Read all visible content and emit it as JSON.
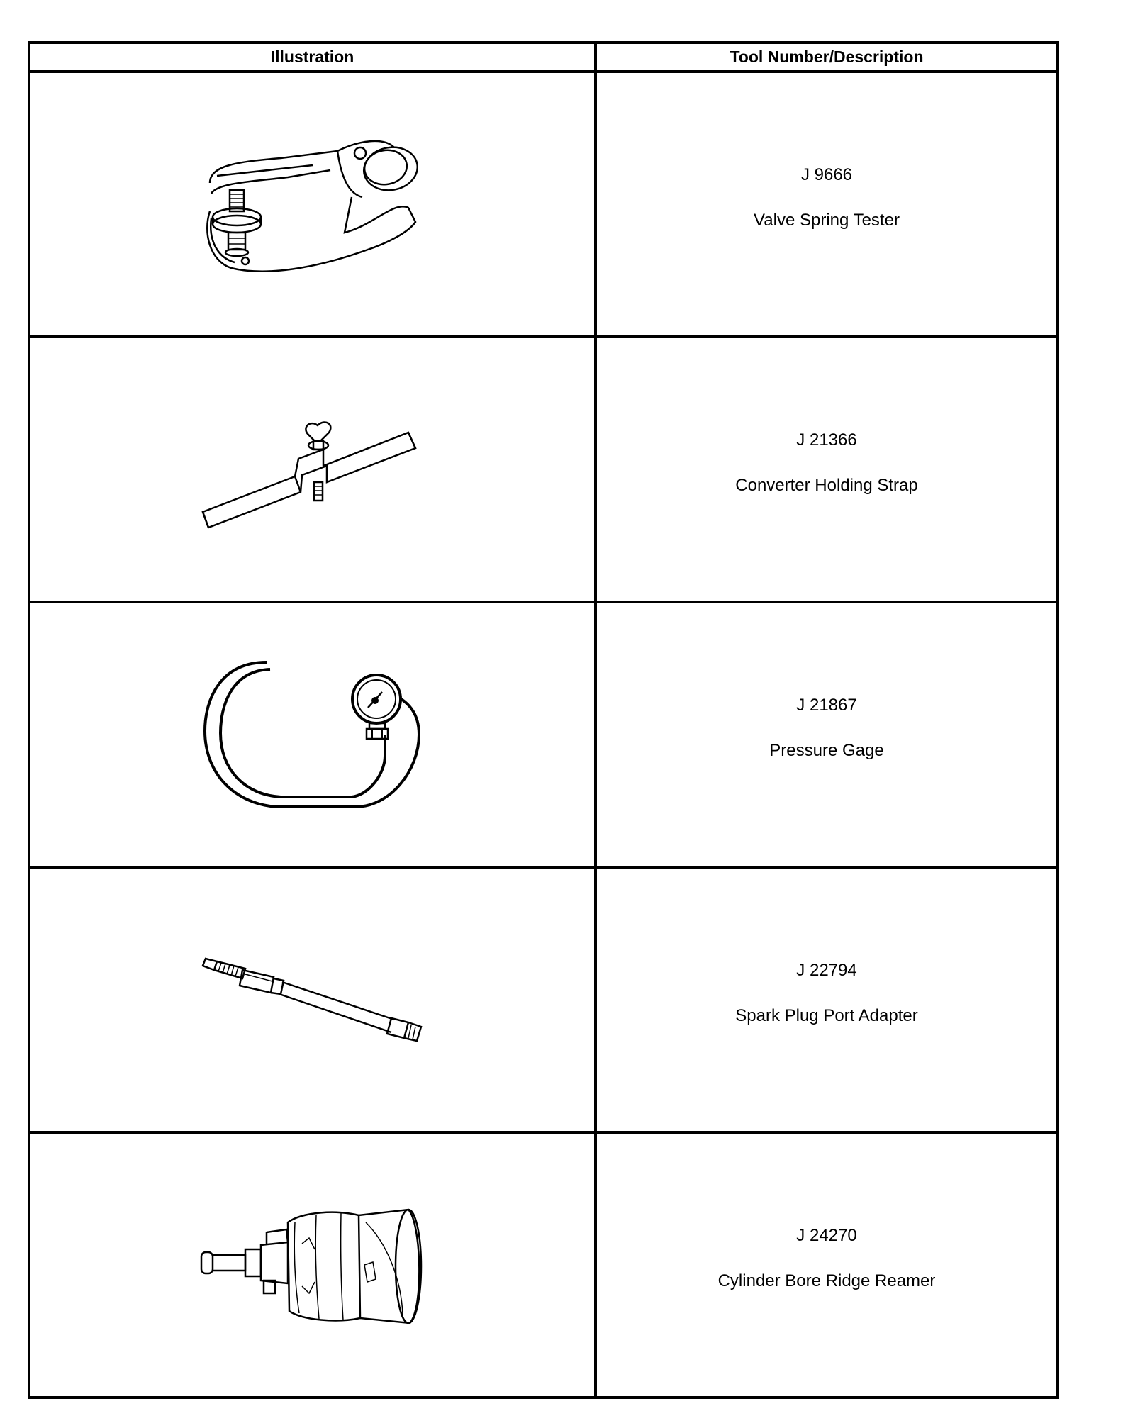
{
  "table": {
    "headers": {
      "illustration": "Illustration",
      "description": "Tool Number/Description"
    },
    "rows": [
      {
        "number": "J 9666",
        "name": "Valve Spring Tester",
        "icon": "valve-spring-tester-icon"
      },
      {
        "number": "J 21366",
        "name": "Converter Holding Strap",
        "icon": "converter-holding-strap-icon"
      },
      {
        "number": "J 21867",
        "name": "Pressure Gage",
        "icon": "pressure-gage-icon"
      },
      {
        "number": "J 22794",
        "name": "Spark Plug Port Adapter",
        "icon": "spark-plug-port-adapter-icon"
      },
      {
        "number": "J 24270",
        "name": "Cylinder Bore Ridge Reamer",
        "icon": "cylinder-bore-ridge-reamer-icon"
      }
    ]
  }
}
